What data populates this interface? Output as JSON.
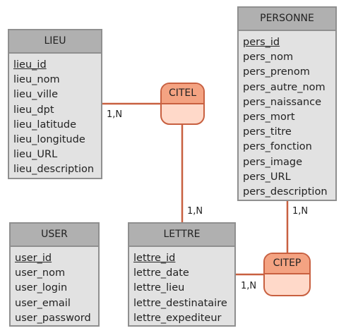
{
  "entities": {
    "lieu": {
      "name": "LIEU",
      "key": "lieu_id",
      "attributes": [
        "lieu_nom",
        "lieu_ville",
        "lieu_dpt",
        "lieu_latitude",
        "lieu_longitude",
        "lieu_URL",
        "lieu_description"
      ]
    },
    "personne": {
      "name": "PERSONNE",
      "key": "pers_id",
      "attributes": [
        "pers_nom",
        "pers_prenom",
        "pers_autre_nom",
        "pers_naissance",
        "pers_mort",
        "pers_titre",
        "pers_fonction",
        "pers_image",
        "pers_URL",
        "pers_description"
      ]
    },
    "user": {
      "name": "USER",
      "key": "user_id",
      "attributes": [
        "user_nom",
        "user_login",
        "user_email",
        "user_password"
      ]
    },
    "lettre": {
      "name": "LETTRE",
      "key": "lettre_id",
      "attributes": [
        "lettre_date",
        "lettre_lieu",
        "lettre_destinataire",
        "lettre_expediteur"
      ]
    }
  },
  "associations": {
    "citel": {
      "name": "CITEL"
    },
    "citep": {
      "name": "CITEP"
    }
  },
  "cardinalities": {
    "lieu_citel": "1,N",
    "lettre_citel": "1,N",
    "personne_citep": "1,N",
    "lettre_citep": "1,N"
  },
  "colors": {
    "entity_fill": "#e2e2e2",
    "entity_header": "#b0b0b0",
    "entity_border": "#8f8f8f",
    "assoc_fill": "#ffd9c9",
    "assoc_header": "#f4a382",
    "assoc_border": "#c86040"
  }
}
